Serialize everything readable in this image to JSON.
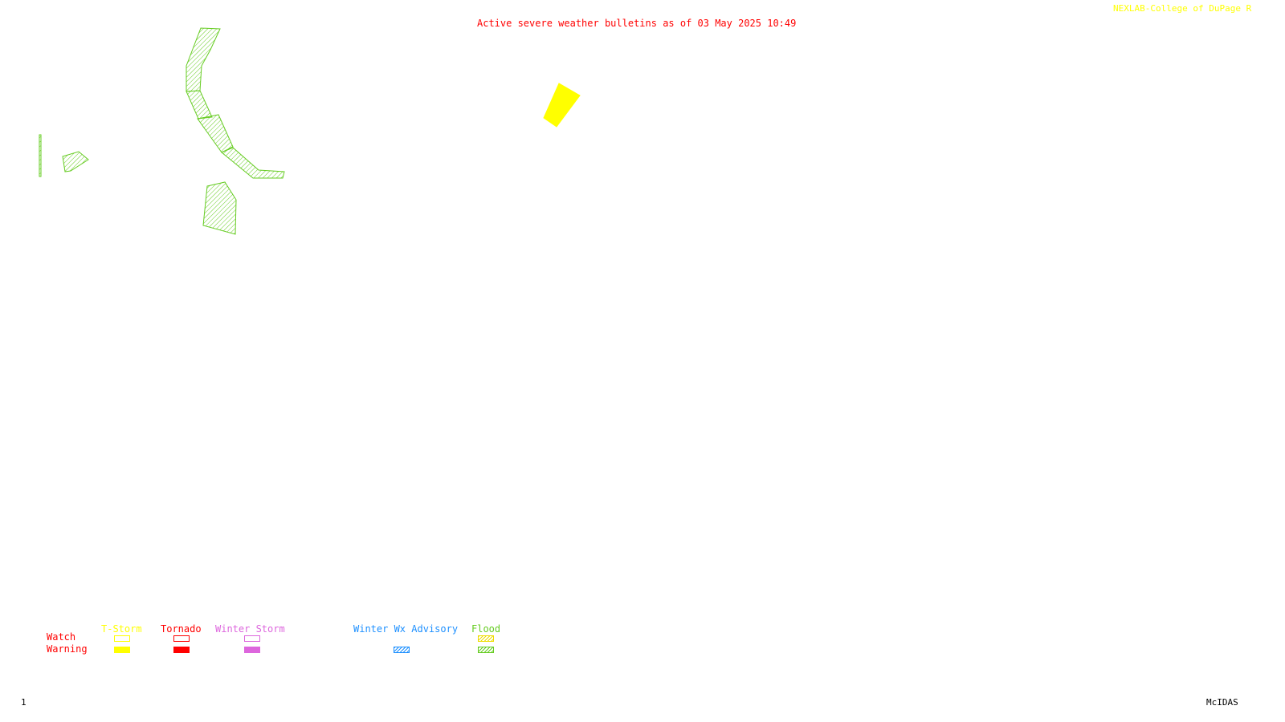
{
  "header": {
    "title": "Active severe weather bulletins as of 03 May 2025 10:49",
    "credit": "NEXLAB-College of DuPage R"
  },
  "colors": {
    "title": "#ff0000",
    "credit": "#ffff00",
    "tstorm": "#ffff00",
    "tornado": "#ff0000",
    "winter_storm": "#dd66dd",
    "winter_advisory": "#1e90ff",
    "flood": "#66cc22"
  },
  "map": {
    "features": [
      {
        "category": "Flood",
        "bulletin": "Warning",
        "color": "#66cc22"
      },
      {
        "category": "Flood",
        "bulletin": "Warning",
        "color": "#66cc22"
      },
      {
        "category": "Flood",
        "bulletin": "Warning",
        "color": "#66cc22"
      },
      {
        "category": "Flood",
        "bulletin": "Warning",
        "color": "#66cc22"
      },
      {
        "category": "Flood",
        "bulletin": "Warning",
        "color": "#66cc22"
      },
      {
        "category": "Flood",
        "bulletin": "Warning",
        "color": "#66cc22"
      },
      {
        "category": "Flood",
        "bulletin": "Warning",
        "color": "#66cc22"
      },
      {
        "category": "T-Storm",
        "bulletin": "Warning",
        "color": "#ffff00"
      }
    ]
  },
  "legend": {
    "row_watch": "Watch",
    "row_warning": "Warning",
    "columns": [
      {
        "label": "T-Storm",
        "color": "#ffff00",
        "watch": "outline",
        "warning": "solid"
      },
      {
        "label": "Tornado",
        "color": "#ff0000",
        "watch": "outline",
        "warning": "solid"
      },
      {
        "label": "Winter Storm",
        "color": "#dd66dd",
        "watch": "outline",
        "warning": "solid"
      },
      {
        "label": "Winter Wx Advisory",
        "color": "#1e90ff",
        "watch": "none",
        "warning": "hatched"
      },
      {
        "label": "Flood",
        "color": "#66cc22",
        "watch": "hatched",
        "warning": "hatched"
      }
    ]
  },
  "footer": {
    "frame_number": "1",
    "product": "McIDAS"
  }
}
